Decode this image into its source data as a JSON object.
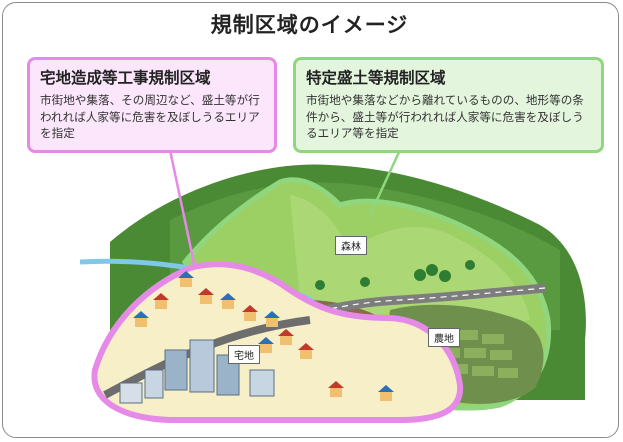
{
  "title": "規制区域のイメージ",
  "takuchi_zone": {
    "title": "宅地造成等工事規制区域",
    "description": "市街地や集落、その周辺など、盛土等が行われれば人家等に危害を及ぼしうるエリアを指定",
    "border_color": "#e58ae6",
    "fill_color": "#fbe6fb"
  },
  "tokutei_zone": {
    "title": "特定盛土等規制区域",
    "description": "市街地や集落などから離れているものの、地形等の条件から、盛土等が行われれば人家等に危害を及ぼしうるエリア等を指定",
    "border_color": "#8fd67e",
    "fill_color": "#e3f6dd"
  },
  "map_labels": {
    "forest": "森林",
    "residential": "宅地",
    "farmland": "農地"
  }
}
